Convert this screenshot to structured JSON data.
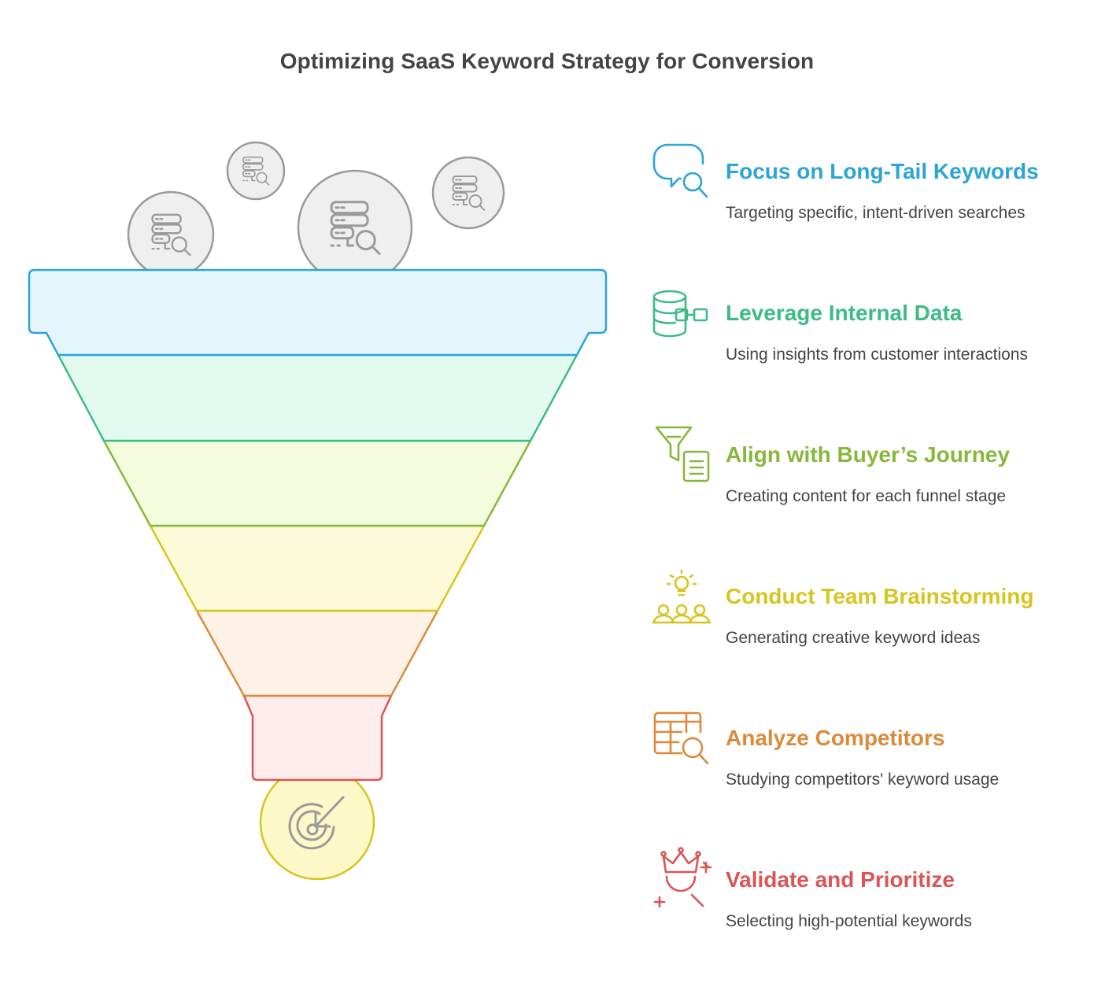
{
  "title": "Optimizing SaaS Keyword Strategy for Conversion",
  "colors": {
    "blue": "#2CA4D4",
    "teal": "#3CBB86",
    "green": "#86B83A",
    "yellow": "#D8C41E",
    "orange": "#DC8A3A",
    "red": "#DC5456",
    "gray": "#9A9A9A"
  },
  "stages": [
    {
      "title": "Focus on Long-Tail Keywords",
      "description": "Targeting specific, intent-driven searches",
      "icon": "chat-search-icon",
      "color": "#2CA4D4"
    },
    {
      "title": "Leverage Internal Data",
      "description": "Using insights from customer interactions",
      "icon": "database-link-icon",
      "color": "#3CBB86"
    },
    {
      "title": "Align with Buyer’s Journey",
      "description": "Creating content for each funnel stage",
      "icon": "funnel-document-icon",
      "color": "#86B83A"
    },
    {
      "title": "Conduct Team Brainstorming",
      "description": "Generating creative keyword ideas",
      "icon": "team-idea-icon",
      "color": "#D8C41E"
    },
    {
      "title": "Analyze Competitors",
      "description": "Studying competitors' keyword usage",
      "icon": "table-search-icon",
      "color": "#DC8A3A"
    },
    {
      "title": "Validate and Prioritize",
      "description": "Selecting high-potential keywords",
      "icon": "crown-search-icon",
      "color": "#DC5456"
    }
  ]
}
